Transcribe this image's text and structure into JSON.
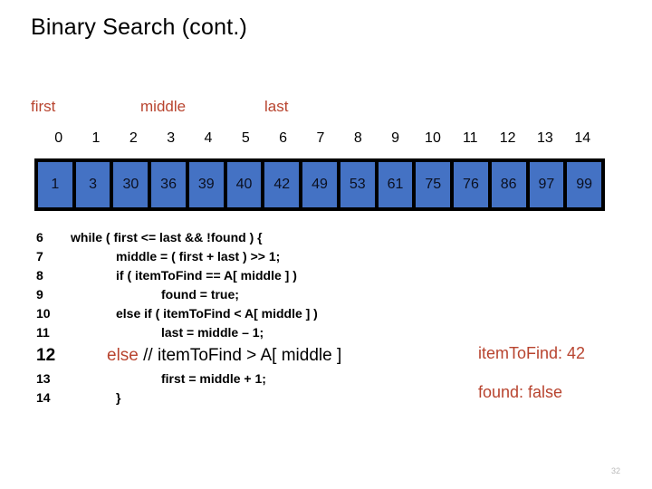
{
  "slide": {
    "title": "Binary Search (cont.)",
    "page_number": "32",
    "accent_color": "#b8442f",
    "array_fill_color": "#4472c4",
    "array_border_color": "#000000"
  },
  "pointers": [
    {
      "name": "first",
      "label": "first"
    },
    {
      "name": "middle",
      "label": "middle"
    },
    {
      "name": "last",
      "label": "last"
    }
  ],
  "array": {
    "indices": [
      "0",
      "1",
      "2",
      "3",
      "4",
      "5",
      "6",
      "7",
      "8",
      "9",
      "10",
      "11",
      "12",
      "13",
      "14"
    ],
    "values": [
      "1",
      "3",
      "30",
      "36",
      "39",
      "40",
      "42",
      "49",
      "53",
      "61",
      "75",
      "76",
      "86",
      "97",
      "99"
    ]
  },
  "code": [
    {
      "number": "6",
      "text": "while ( first <= last && !found ) {",
      "indent": "ind0",
      "big": false,
      "keyword": ""
    },
    {
      "number": "7",
      "text": "middle = ( first + last ) >> 1;",
      "indent": "ind1",
      "big": false,
      "keyword": ""
    },
    {
      "number": "8",
      "text": "if ( itemToFind == A[ middle ] )",
      "indent": "ind1",
      "big": false,
      "keyword": ""
    },
    {
      "number": "9",
      "text": "found = true;",
      "indent": "ind2",
      "big": false,
      "keyword": ""
    },
    {
      "number": "10",
      "text": "else if ( itemToFind < A[ middle ] )",
      "indent": "ind1",
      "big": false,
      "keyword": ""
    },
    {
      "number": "11",
      "text": "last = middle – 1;",
      "indent": "ind2",
      "big": false,
      "keyword": ""
    },
    {
      "number": "12",
      "text": " // itemToFind > A[ middle ]",
      "indent": "ind-big",
      "big": true,
      "keyword": "else"
    },
    {
      "number": "13",
      "text": "first = middle + 1;",
      "indent": "ind2",
      "big": false,
      "keyword": ""
    },
    {
      "number": "14",
      "text": "}",
      "indent": "ind1",
      "big": false,
      "keyword": ""
    }
  ],
  "state": {
    "item_to_find": "itemToFind: 42",
    "found": "found:  false"
  }
}
